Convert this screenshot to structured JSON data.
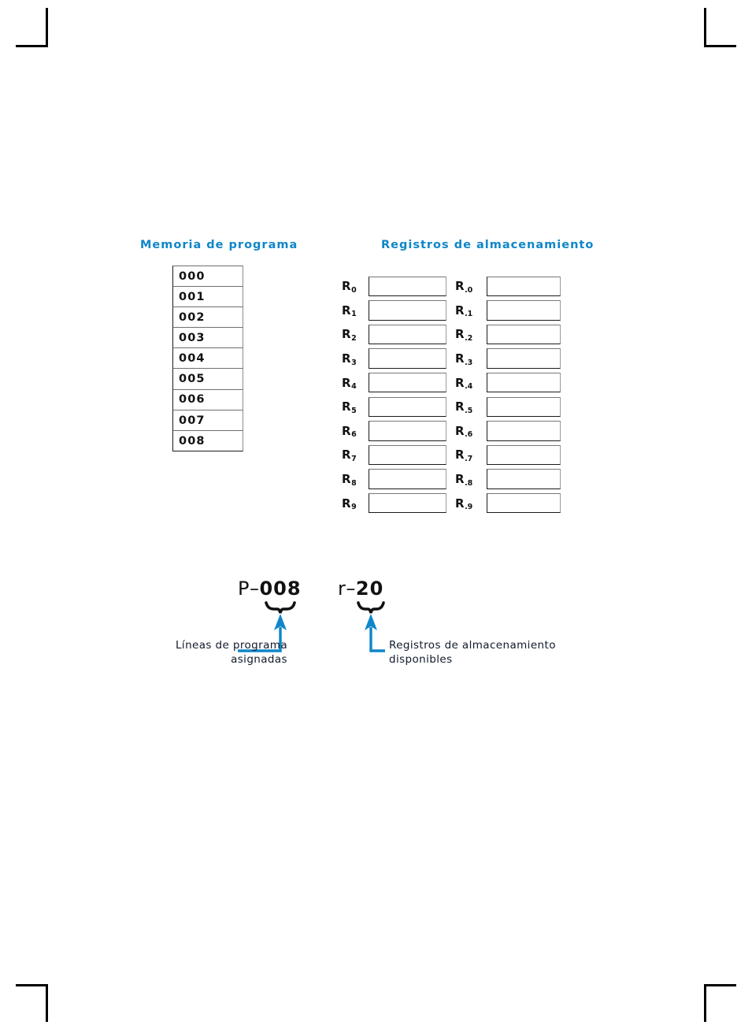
{
  "headings": {
    "program_memory": "Memoria de programa",
    "storage_registers": "Registros de almacenamiento"
  },
  "colors": {
    "heading_blue": "#0f86c8",
    "arrow_blue": "#0f86c8",
    "text_black": "#111111",
    "caption_text": "#101a2b",
    "box_border": "#1a1a1a"
  },
  "program_memory": {
    "rows": [
      {
        "label": "000"
      },
      {
        "label": "001"
      },
      {
        "label": "002"
      },
      {
        "label": "003"
      },
      {
        "label": "004"
      },
      {
        "label": "005"
      },
      {
        "label": "006"
      },
      {
        "label": "007"
      },
      {
        "label": "008"
      }
    ]
  },
  "registers": {
    "left_column": [
      {
        "prefix": "R",
        "sub": "0",
        "value": ""
      },
      {
        "prefix": "R",
        "sub": "1",
        "value": ""
      },
      {
        "prefix": "R",
        "sub": "2",
        "value": ""
      },
      {
        "prefix": "R",
        "sub": "3",
        "value": ""
      },
      {
        "prefix": "R",
        "sub": "4",
        "value": ""
      },
      {
        "prefix": "R",
        "sub": "5",
        "value": ""
      },
      {
        "prefix": "R",
        "sub": "6",
        "value": ""
      },
      {
        "prefix": "R",
        "sub": "7",
        "value": ""
      },
      {
        "prefix": "R",
        "sub": "8",
        "value": ""
      },
      {
        "prefix": "R",
        "sub": "9",
        "value": ""
      }
    ],
    "right_column": [
      {
        "prefix": "R",
        "sub": ".0",
        "value": ""
      },
      {
        "prefix": "R",
        "sub": ".1",
        "value": ""
      },
      {
        "prefix": "R",
        "sub": ".2",
        "value": ""
      },
      {
        "prefix": "R",
        "sub": ".3",
        "value": ""
      },
      {
        "prefix": "R",
        "sub": ".4",
        "value": ""
      },
      {
        "prefix": "R",
        "sub": ".5",
        "value": ""
      },
      {
        "prefix": "R",
        "sub": ".6",
        "value": ""
      },
      {
        "prefix": "R",
        "sub": ".7",
        "value": ""
      },
      {
        "prefix": "R",
        "sub": ".8",
        "value": ""
      },
      {
        "prefix": "R",
        "sub": ".9",
        "value": ""
      }
    ]
  },
  "annotation": {
    "program_code_prefix": "P–",
    "program_code_value": "008",
    "registers_code_prefix": "r–",
    "registers_code_value": "20",
    "program_caption_line1": "Líneas de programa",
    "program_caption_line2": "asignadas",
    "registers_caption_line1": "Registros de almacenamiento",
    "registers_caption_line2": "disponibles"
  }
}
